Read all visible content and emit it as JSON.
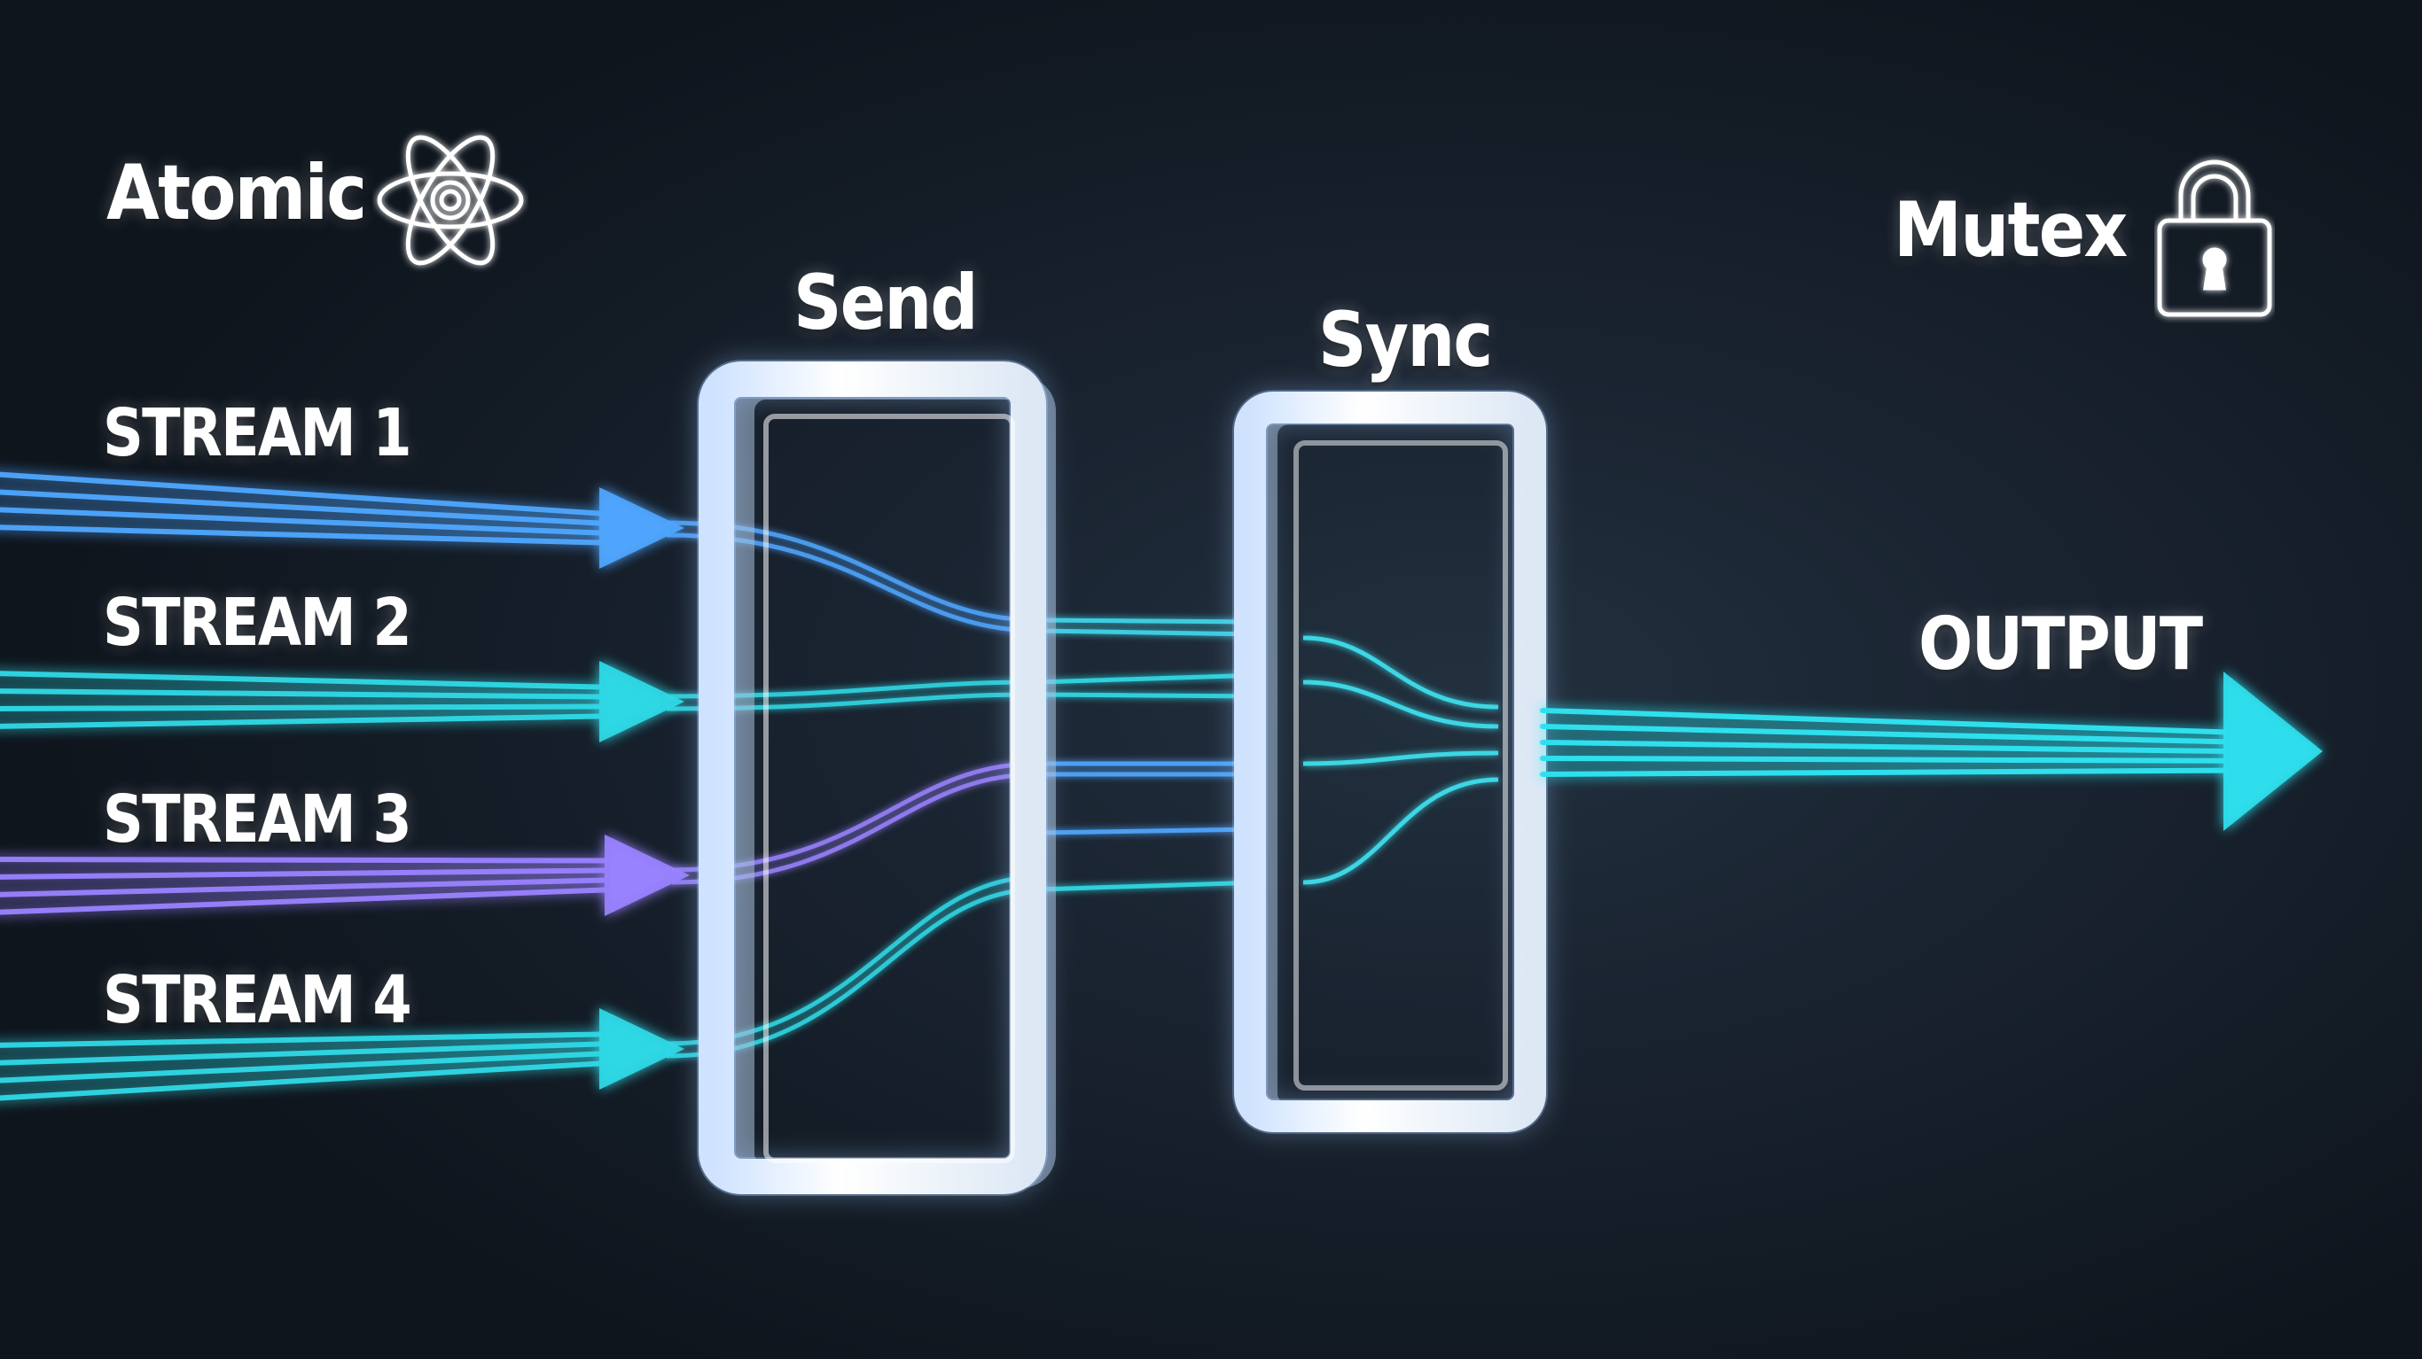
{
  "labels": {
    "atomic": "Atomic",
    "mutex": "Mutex",
    "send": "Send",
    "sync": "Sync",
    "output": "OUTPUT"
  },
  "streams": [
    {
      "label": "STREAM 1",
      "color": "#4fa6ff"
    },
    {
      "label": "STREAM 2",
      "color": "#2fd9e6"
    },
    {
      "label": "STREAM 3",
      "color": "#9a82ff"
    },
    {
      "label": "STREAM 4",
      "color": "#2fd9e6"
    }
  ],
  "output_color": "#2fe0ee",
  "icons": {
    "atomic": "atom-icon",
    "mutex": "padlock-icon"
  }
}
